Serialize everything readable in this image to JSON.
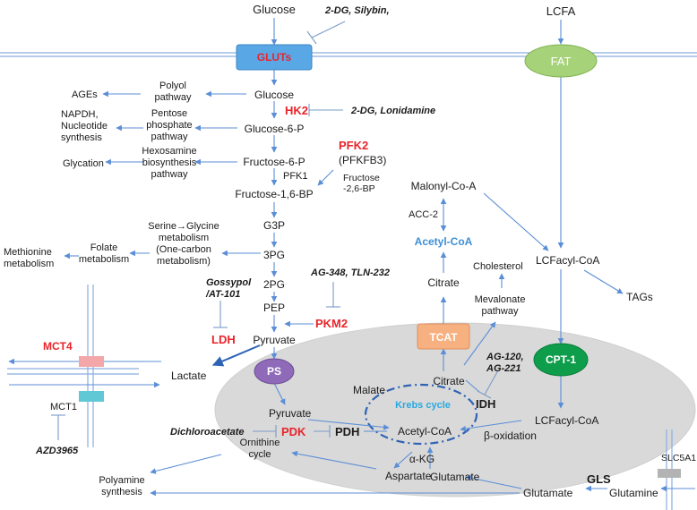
{
  "metabolites": {
    "glucose_ext": "Glucose",
    "lcfa": "LCFA",
    "glucose": "Glucose",
    "g6p": "Glucose-6-P",
    "f6p": "Fructose-6-P",
    "f16bp": "Fructose-1,6-BP",
    "g3p": "G3P",
    "pg3": "3PG",
    "pg2": "2PG",
    "pep": "PEP",
    "pyruvate": "Pyruvate",
    "lactate": "Lactate",
    "pyruvate_mito": "Pyruvate",
    "acetyl_coa_mito": "Acetyl-CoA",
    "citrate": "Citrate",
    "malate": "Malate",
    "akg": "α-KG",
    "aspartate": "Aspartate",
    "glutamate_mito": "Glutamate",
    "glutamate": "Glutamate",
    "glutamine": "Glutamine",
    "malonyl_coa": "Malonyl-Co-A",
    "acetyl_coa_cyto": "Acetyl-CoA",
    "lcfacyl_coa": "LCFacyl-CoA",
    "lcfacyl_coa_mito": "LCFacyl-CoA",
    "tags": "TAGs",
    "cholesterol": "Cholesterol",
    "f26bp_1": "Fructose",
    "f26bp_2": "-2,6-BP"
  },
  "pathways": {
    "ages": "AGEs",
    "polyol_1": "Polyol",
    "polyol_2": "pathway",
    "napdh_1": "NAPDH,",
    "napdh_2": "Nucleotide",
    "napdh_3": "synthesis",
    "ppp_1": "Pentose",
    "ppp_2": "phosphate",
    "ppp_3": "pathway",
    "glycation": "Glycation",
    "hbp_1": "Hexosamine",
    "hbp_2": "biosynthesis",
    "hbp_3": "pathway",
    "serine_1": "Serine→Glycine",
    "serine_2": "metabolism",
    "serine_3": "(One-carbon",
    "serine_4": "metabolism)",
    "folate_1": "Folate",
    "folate_2": "metabolism",
    "methionine_1": "Methionine",
    "methionine_2": "metabolism",
    "mevalonate_1": "Mevalonate",
    "mevalonate_2": "pathway",
    "krebs": "Krebs cycle",
    "beta_ox": "β-oxidation",
    "ornithine_1": "Ornithine",
    "ornithine_2": "cycle",
    "polyamine_1": "Polyamine",
    "polyamine_2": "synthesis"
  },
  "enzymes": {
    "hk2": "HK2",
    "pfk2": "PFK2",
    "pfkfb3": "(PFKFB3)",
    "pfk1": "PFK1",
    "ldh": "LDH",
    "pkm2": "PKM2",
    "pdk": "PDK",
    "pdh": "PDH",
    "idh": "IDH",
    "acc2": "ACC-2",
    "gls": "GLS",
    "mct4": "MCT4",
    "mct1": "MCT1",
    "slc5a1": "SLC5A1"
  },
  "transporters": {
    "gluts": "GLUTs",
    "fat": "FAT",
    "ps": "PS",
    "tcat": "TCAT",
    "cpt1": "CPT-1"
  },
  "inhibitors": {
    "dg_silybin": "2-DG, Silybin,",
    "dg_lonidamine": "2-DG, Lonidamine",
    "gossypol_1": "Gossypol",
    "gossypol_2": "/AT-101",
    "ag348": "AG-348, TLN-232",
    "dichloroacetate": "Dichloroacetate",
    "ag120_1": "AG-120,",
    "ag120_2": "AG-221",
    "azd3965": "AZD3965"
  },
  "colors": {
    "arrow": "#5b8ed6",
    "enzyme_red": "#e8242a",
    "gluts_fill": "#5aa7e6",
    "fat_fill": "#a6d27a",
    "ps_fill": "#8e6ab8",
    "tcat_fill": "#f7b07f",
    "cpt1_fill": "#0e9d4a",
    "mito_fill": "#d9d9d9",
    "mct4_fill": "#f3a7a9",
    "mct1_fill": "#5fc8d4",
    "slc5a1_fill": "#b3b3b3"
  }
}
